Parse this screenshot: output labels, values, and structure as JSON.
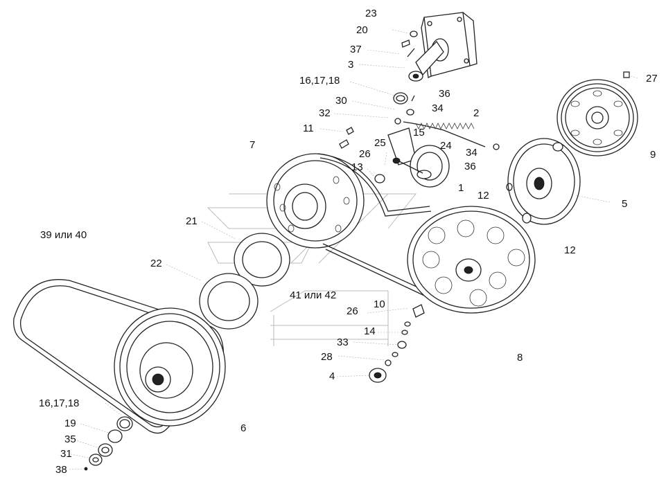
{
  "callouts": [
    {
      "id": "c23",
      "text": "23"
    },
    {
      "id": "c20",
      "text": "20"
    },
    {
      "id": "c37",
      "text": "37"
    },
    {
      "id": "c3",
      "text": "3"
    },
    {
      "id": "c161718a",
      "text": "16,17,18"
    },
    {
      "id": "c30",
      "text": "30"
    },
    {
      "id": "c36a",
      "text": "36"
    },
    {
      "id": "c34a",
      "text": "34"
    },
    {
      "id": "c32",
      "text": "32"
    },
    {
      "id": "c2",
      "text": "2"
    },
    {
      "id": "c11",
      "text": "11"
    },
    {
      "id": "c15",
      "text": "15"
    },
    {
      "id": "c7",
      "text": "7"
    },
    {
      "id": "c25",
      "text": "25"
    },
    {
      "id": "c24",
      "text": "24"
    },
    {
      "id": "c26a",
      "text": "26"
    },
    {
      "id": "c34b",
      "text": "34"
    },
    {
      "id": "c13",
      "text": "13"
    },
    {
      "id": "c36b",
      "text": "36"
    },
    {
      "id": "c27",
      "text": "27"
    },
    {
      "id": "c9",
      "text": "9"
    },
    {
      "id": "c1",
      "text": "1"
    },
    {
      "id": "c12a",
      "text": "12"
    },
    {
      "id": "c5",
      "text": "5"
    },
    {
      "id": "c12b",
      "text": "12"
    },
    {
      "id": "c21",
      "text": "21"
    },
    {
      "id": "c3940",
      "text": "39 или 40"
    },
    {
      "id": "c22",
      "text": "22"
    },
    {
      "id": "c4142",
      "text": "41 или 42"
    },
    {
      "id": "c10",
      "text": "10"
    },
    {
      "id": "c26b",
      "text": "26"
    },
    {
      "id": "c14",
      "text": "14"
    },
    {
      "id": "c33",
      "text": "33"
    },
    {
      "id": "c28",
      "text": "28"
    },
    {
      "id": "c8",
      "text": "8"
    },
    {
      "id": "c4",
      "text": "4"
    },
    {
      "id": "c161718b",
      "text": "16,17,18"
    },
    {
      "id": "c19",
      "text": "19"
    },
    {
      "id": "c6",
      "text": "6"
    },
    {
      "id": "c35",
      "text": "35"
    },
    {
      "id": "c31",
      "text": "31"
    },
    {
      "id": "c38",
      "text": "38"
    }
  ]
}
